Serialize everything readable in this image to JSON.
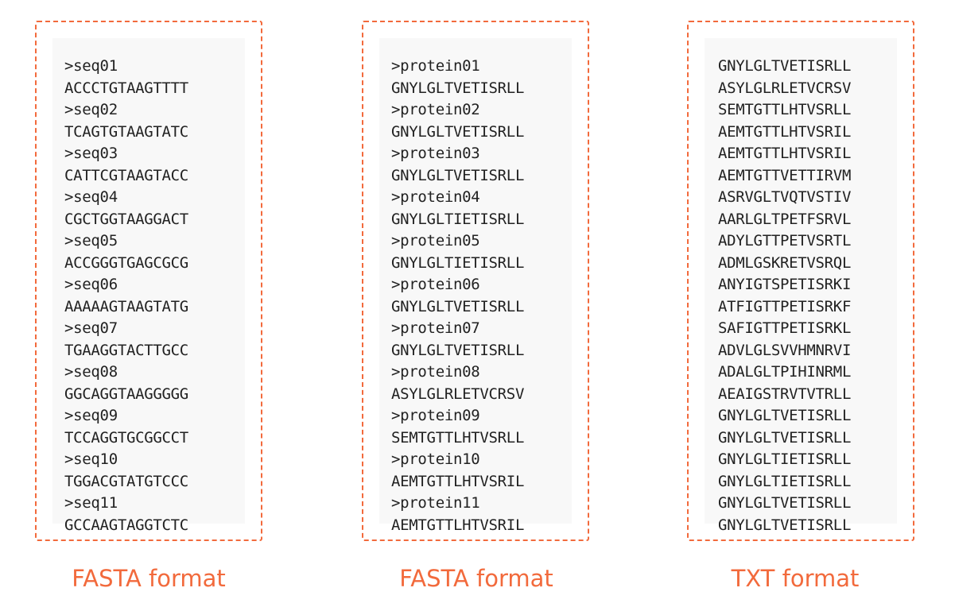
{
  "panels": [
    {
      "caption": "FASTA format",
      "lines": [
        ">seq01",
        "ACCCTGTAAGTTTT",
        ">seq02",
        "TCAGTGTAAGTATC",
        ">seq03",
        "CATTCGTAAGTACC",
        ">seq04",
        "CGCTGGTAAGGACT",
        ">seq05",
        "ACCGGGTGAGCGCG",
        ">seq06",
        "AAAAAGTAAGTATG",
        ">seq07",
        "TGAAGGTACTTGCC",
        ">seq08",
        "GGCAGGTAAGGGGG",
        ">seq09",
        "TCCAGGTGCGGCCT",
        ">seq10",
        "TGGACGTATGTCCC",
        ">seq11",
        "GCCAAGTAGGTCTC"
      ]
    },
    {
      "caption": "FASTA format",
      "lines": [
        ">protein01",
        "GNYLGLTVETISRLL",
        ">protein02",
        "GNYLGLTVETISRLL",
        ">protein03",
        "GNYLGLTVETISRLL",
        ">protein04",
        "GNYLGLTIETISRLL",
        ">protein05",
        "GNYLGLTIETISRLL",
        ">protein06",
        "GNYLGLTVETISRLL",
        ">protein07",
        "GNYLGLTVETISRLL",
        ">protein08",
        "ASYLGLRLETVCRSV",
        ">protein09",
        "SEMTGTTLHTVSRLL",
        ">protein10",
        "AEMTGTTLHTVSRIL",
        ">protein11",
        "AEMTGTTLHTVSRIL"
      ]
    },
    {
      "caption": "TXT format",
      "lines": [
        "GNYLGLTVETISRLL",
        "ASYLGLRLETVCRSV",
        "SEMTGTTLHTVSRLL",
        "AEMTGTTLHTVSRIL",
        "AEMTGTTLHTVSRIL",
        "AEMTGTTVETTIRVM",
        "ASRVGLTVQTVSTIV",
        "AARLGLTPETFSRVL",
        "ADYLGTTPETVSRTL",
        "ADMLGSKRETVSRQL",
        "ANYIGTSPETISRKI",
        "ATFIGTTPETISRKF",
        "SAFIGTTPETISRKL",
        "ADVLGLSVVHMNRVI",
        "ADALGLTPIHINRML",
        "AEAIGSTRVTVTRLL",
        "GNYLGLTVETISRLL",
        "GNYLGLTVETISRLL",
        "GNYLGLTIETISRLL",
        "GNYLGLTIETISRLL",
        "GNYLGLTVETISRLL",
        "GNYLGLTVETISRLL"
      ]
    }
  ]
}
